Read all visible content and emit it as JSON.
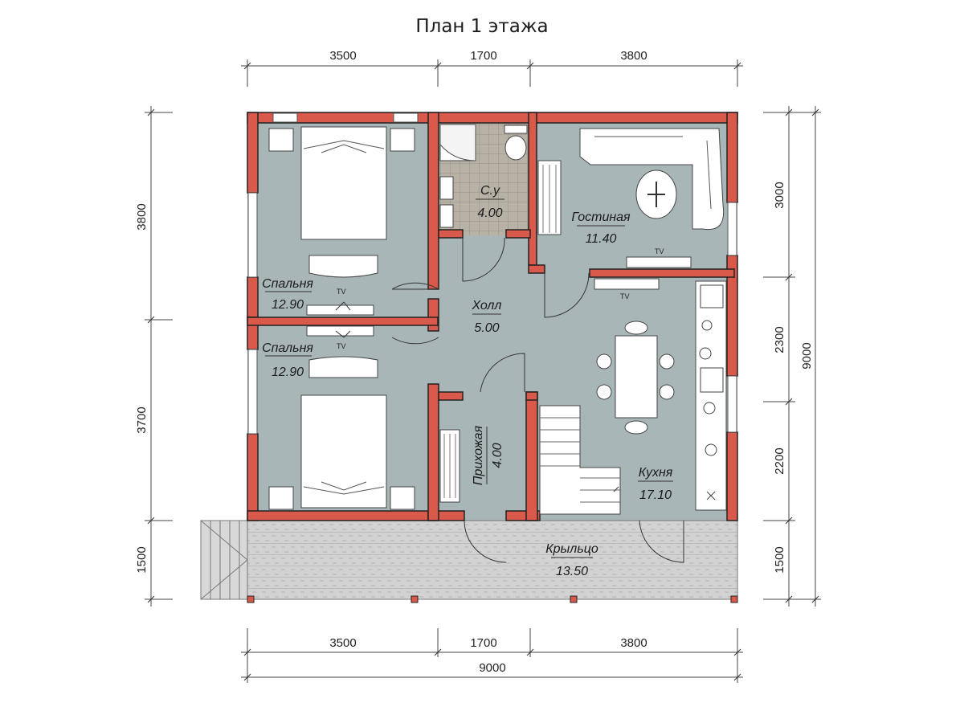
{
  "title": "План 1 этажа",
  "dimensions": {
    "top": [
      "3500",
      "1700",
      "3800"
    ],
    "bottom": [
      "3500",
      "1700",
      "3800"
    ],
    "bottom_total": "9000",
    "left": [
      "3800",
      "3700",
      "1500"
    ],
    "right": [
      "3000",
      "2300",
      "2200",
      "1500"
    ],
    "right_total": "9000"
  },
  "rooms": [
    {
      "name": "Спальня",
      "area": "12.90"
    },
    {
      "name": "Спальня",
      "area": "12.90"
    },
    {
      "name": "С.у",
      "area": "4.00"
    },
    {
      "name": "Гостиная",
      "area": "11.40"
    },
    {
      "name": "Холл",
      "area": "5.00"
    },
    {
      "name": "Прихожая",
      "area": "4.00"
    },
    {
      "name": "Кухня",
      "area": "17.10"
    },
    {
      "name": "Крыльцо",
      "area": "13.50"
    }
  ],
  "tv_label": "TV",
  "colors": {
    "wall": "#d9594a",
    "floor": "#a9b6b7",
    "bath_tile": "#b8b1a6",
    "porch": "#d2d2d2"
  }
}
